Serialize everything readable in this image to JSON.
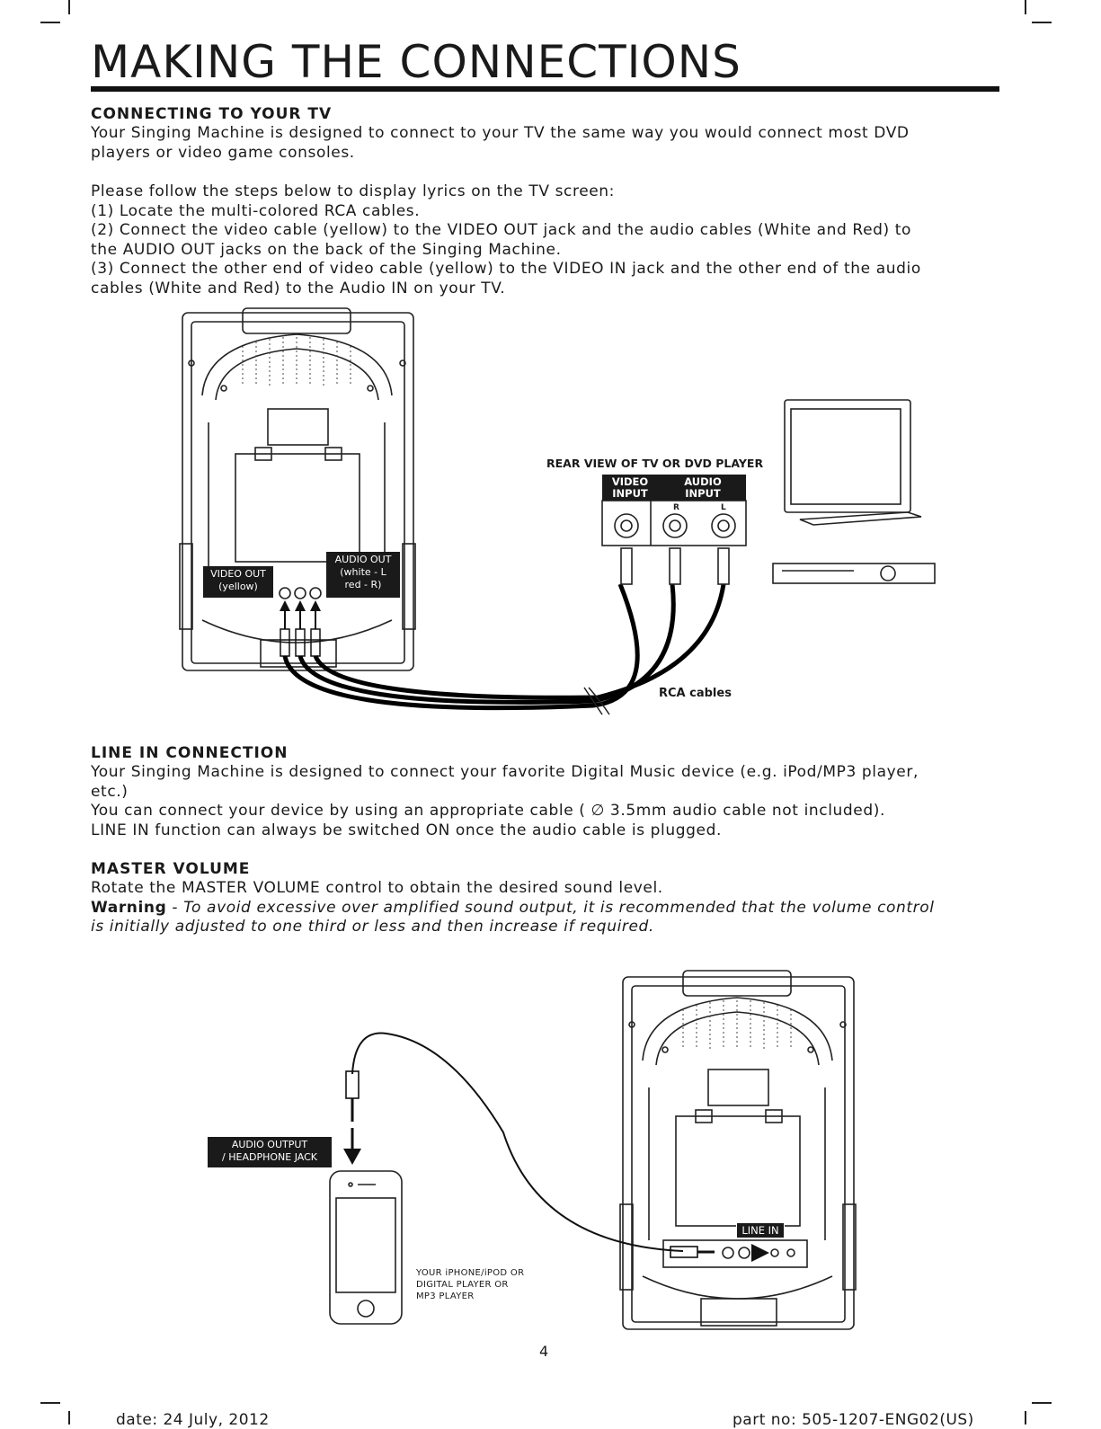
{
  "title": "MAKING THE CONNECTIONS",
  "section_tv": {
    "heading": "CONNECTING TO YOUR TV",
    "intro_lines": [
      "Your Singing Machine is designed to connect to your TV the same way you would connect most DVD",
      "players or video game consoles."
    ],
    "steps_lines": [
      "Please follow the steps below to display lyrics on the TV screen:",
      "(1) Locate the multi-colored RCA cables.",
      "(2) Connect the video cable (yellow) to the VIDEO OUT jack and the audio cables (White and Red) to",
      "the AUDIO OUT jacks on the back of the Singing Machine.",
      "(3) Connect the other end of video cable (yellow) to the VIDEO IN jack and the other end of the audio",
      "cables (White and Red) to the Audio IN on your TV."
    ]
  },
  "diagram_tv": {
    "video_out_line1": "VIDEO OUT",
    "video_out_line2": "(yellow)",
    "audio_out_line1": "AUDIO OUT",
    "audio_out_line2": "(white - L",
    "audio_out_line3": "red - R)",
    "rear_view_label": "REAR VIEW OF TV OR DVD PLAYER",
    "video_input_line1": "VIDEO",
    "video_input_line2": "INPUT",
    "audio_input_line1": "AUDIO",
    "audio_input_line2": "INPUT",
    "jack_r": "R",
    "jack_l": "L",
    "rca_cables_label": "RCA cables"
  },
  "section_line_in": {
    "heading": "LINE IN CONNECTION",
    "lines": [
      "Your Singing Machine is designed to connect your favorite Digital Music device (e.g. iPod/MP3 player,",
      "etc.)",
      "You can connect your device by using an appropriate cable ( ∅ 3.5mm audio cable not included).",
      "LINE IN function can always be switched ON once the audio cable is plugged."
    ]
  },
  "section_master_volume": {
    "heading": "MASTER VOLUME",
    "line1": "Rotate the MASTER VOLUME control to obtain the desired sound level.",
    "warning_label": "Warning",
    "warning_dash": " - ",
    "warning_text_1": "To avoid excessive over amplified sound output, it is recommended that the volume control",
    "warning_text_2": "is initially adjusted to one third or less and then increase if required."
  },
  "diagram_line_in": {
    "audio_output_line1": "AUDIO OUTPUT",
    "audio_output_line2": "/ HEADPHONE JACK",
    "line_in_label": "LINE IN",
    "player_line1": "YOUR iPHONE/iPOD OR",
    "player_line2": "DIGITAL PLAYER OR",
    "player_line3": "MP3 PLAYER"
  },
  "page_number": "4",
  "footer": {
    "date": "date: 24 July, 2012",
    "part_no": "part no: 505-1207-ENG02(US)"
  }
}
